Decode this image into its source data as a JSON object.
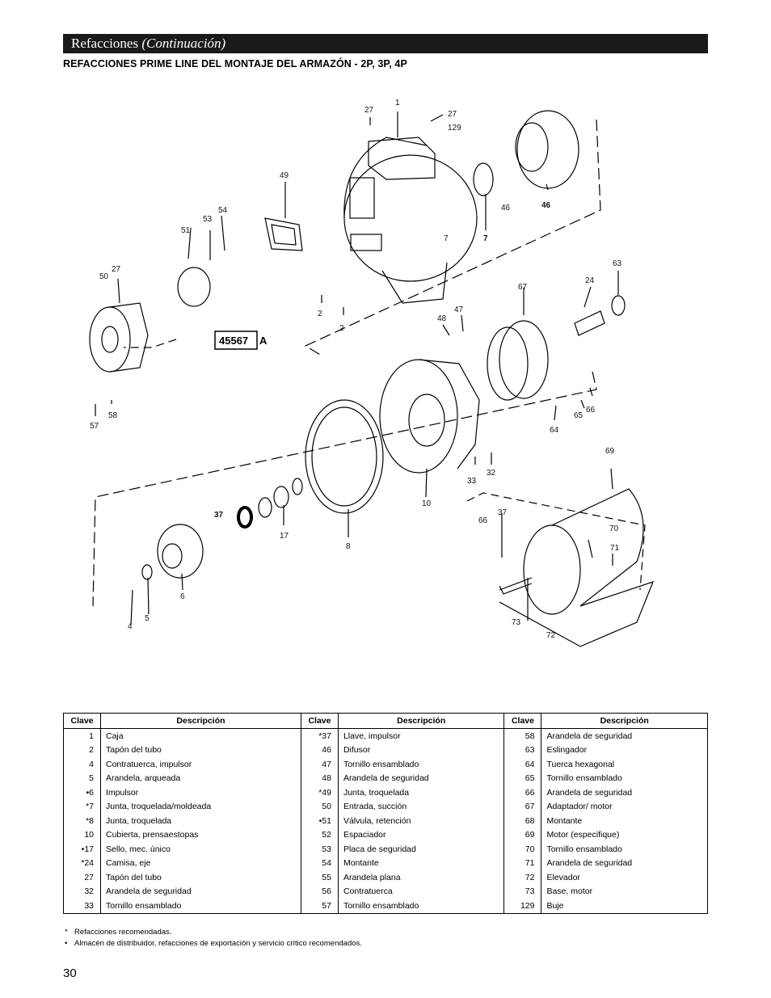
{
  "header": {
    "title": "Refacciones",
    "title_italic": "(Continuación)",
    "subtitle": "REFACCIONES PRIME LINE DEL MONTAJE DEL ARMAZÓN - 2P, 3P, 4P"
  },
  "diagram": {
    "part_number": "45567",
    "part_suffix": "A",
    "callouts": [
      "1",
      "27",
      "27",
      "129",
      "49",
      "46",
      "7",
      "54",
      "53",
      "51",
      "50",
      "27",
      "2",
      "2",
      "67",
      "24",
      "63",
      "48",
      "47",
      "57",
      "58",
      "64",
      "65",
      "66",
      "69",
      "33",
      "32",
      "10",
      "37",
      "66",
      "70",
      "71",
      "17",
      "8",
      "73",
      "72",
      "6",
      "4",
      "5"
    ],
    "inline_labels": [
      "46",
      "7",
      "37"
    ]
  },
  "table": {
    "headers": [
      "Clave",
      "Descripción",
      "Clave",
      "Descripción",
      "Clave",
      "Descripción"
    ],
    "rows": [
      [
        "1",
        "Caja",
        "*37",
        "Llave, impulsor",
        "58",
        "Arandela de seguridad"
      ],
      [
        "2",
        "Tapón del tubo",
        "46",
        "Difusor",
        "63",
        "Eslingador"
      ],
      [
        "4",
        "Contratuerca, impulsor",
        "47",
        "Tornillo ensamblado",
        "64",
        "Tuerca hexagonal"
      ],
      [
        "5",
        "Arandela, arqueada",
        "48",
        "Arandela de seguridad",
        "65",
        "Tornillo ensamblado"
      ],
      [
        "•6",
        "Impulsor",
        "*49",
        "Junta, troquelada",
        "66",
        "Arandela de seguridad"
      ],
      [
        "*7",
        "Junta, troquelada/moldeada",
        "50",
        "Entrada, succión",
        "67",
        "Adaptador/ motor"
      ],
      [
        "*8",
        "Junta, troquelada",
        "•51",
        "Válvula, retención",
        "68",
        "Montante"
      ],
      [
        "10",
        "Cubierta, prensaestopas",
        "52",
        "Espaciador",
        "69",
        "Motor (especifique)"
      ],
      [
        "•17",
        "Sello, mec. único",
        "53",
        "Placa de seguridad",
        "70",
        "Tornillo ensamblado"
      ],
      [
        "*24",
        "Camisa, eje",
        "54",
        "Montante",
        "71",
        "Arandela de seguridad"
      ],
      [
        "27",
        "Tapón del tubo",
        "55",
        "Arandela plana",
        "72",
        "Elevador"
      ],
      [
        "32",
        "Arandela de seguridad",
        "56",
        "Contratuerca",
        "73",
        "Base, motor"
      ],
      [
        "33",
        "Tornillo ensamblado",
        "57",
        "Tornillo ensamblado",
        "129",
        "Buje"
      ]
    ]
  },
  "notes": [
    {
      "mark": "*",
      "text": "Refacciones recomendadas."
    },
    {
      "mark": "•",
      "text": "Almacén de distribuidor, refacciones de exportación y servicio crítico recomendados."
    }
  ],
  "page_number": "30"
}
